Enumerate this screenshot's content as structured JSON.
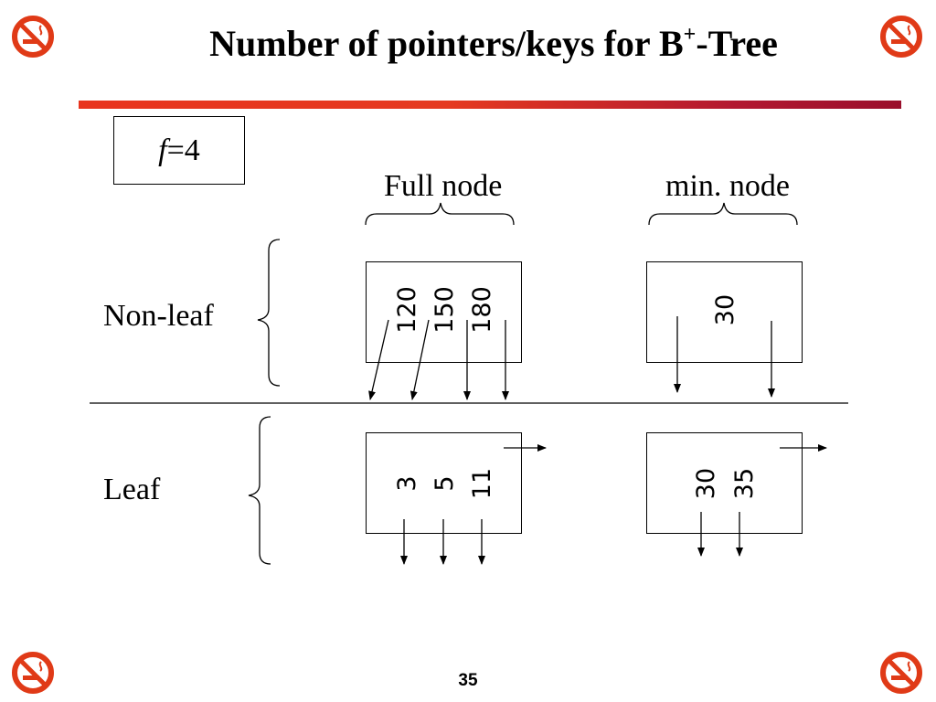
{
  "slide": {
    "title_main": "Number of pointers/keys for B",
    "title_sup": "+",
    "title_tail": "-Tree",
    "page_number": "35"
  },
  "fanout": {
    "var": "f",
    "rest": "=4"
  },
  "columns": {
    "full": "Full node",
    "min": "min. node"
  },
  "rows": {
    "nonleaf": "Non-leaf",
    "leaf": "Leaf"
  },
  "nodes": {
    "nonleaf_full": {
      "keys": [
        "120",
        "150",
        "180"
      ]
    },
    "nonleaf_min": {
      "keys": [
        "30"
      ]
    },
    "leaf_full": {
      "keys": [
        "3",
        "5",
        "11"
      ]
    },
    "leaf_min": {
      "keys": [
        "30",
        "35"
      ]
    }
  },
  "colors": {
    "accent_bar_start": "#e8341e",
    "accent_bar_end": "#9a0f2c",
    "icon": "#e03a17"
  },
  "icons": [
    "no-smoking-icon",
    "no-smoking-icon",
    "no-smoking-icon",
    "no-smoking-icon"
  ]
}
